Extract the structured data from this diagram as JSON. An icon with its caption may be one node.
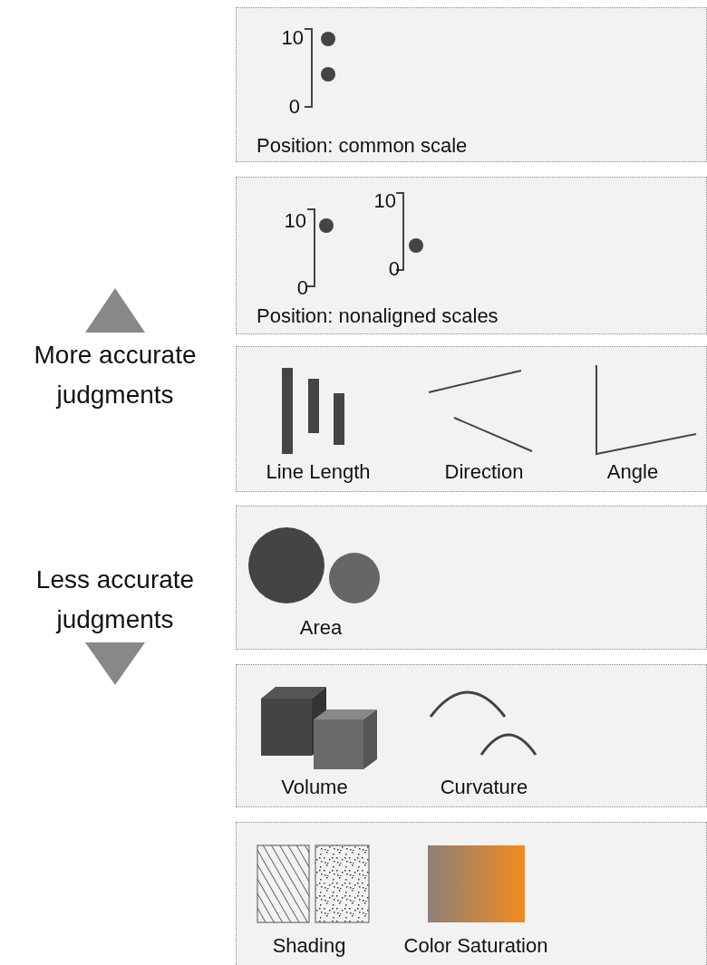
{
  "diagram": {
    "nodes": [
      {
        "text": [
          "Position: common scale"
        ]
      },
      {
        "text": [
          "Position: nonaligned scales"
        ]
      },
      {
        "text": [
          "Line Length",
          "Direction",
          "Angle"
        ]
      },
      {
        "text": [
          "Area"
        ]
      },
      {
        "text": [
          "Volume",
          "Curvature"
        ]
      },
      {
        "text": [
          "Shading",
          "Color Saturation"
        ]
      }
    ],
    "labels": [
      "10",
      "0",
      "10",
      "0",
      "10",
      "0",
      "More accurate judgments",
      "Less accurate judgments"
    ]
  }
}
